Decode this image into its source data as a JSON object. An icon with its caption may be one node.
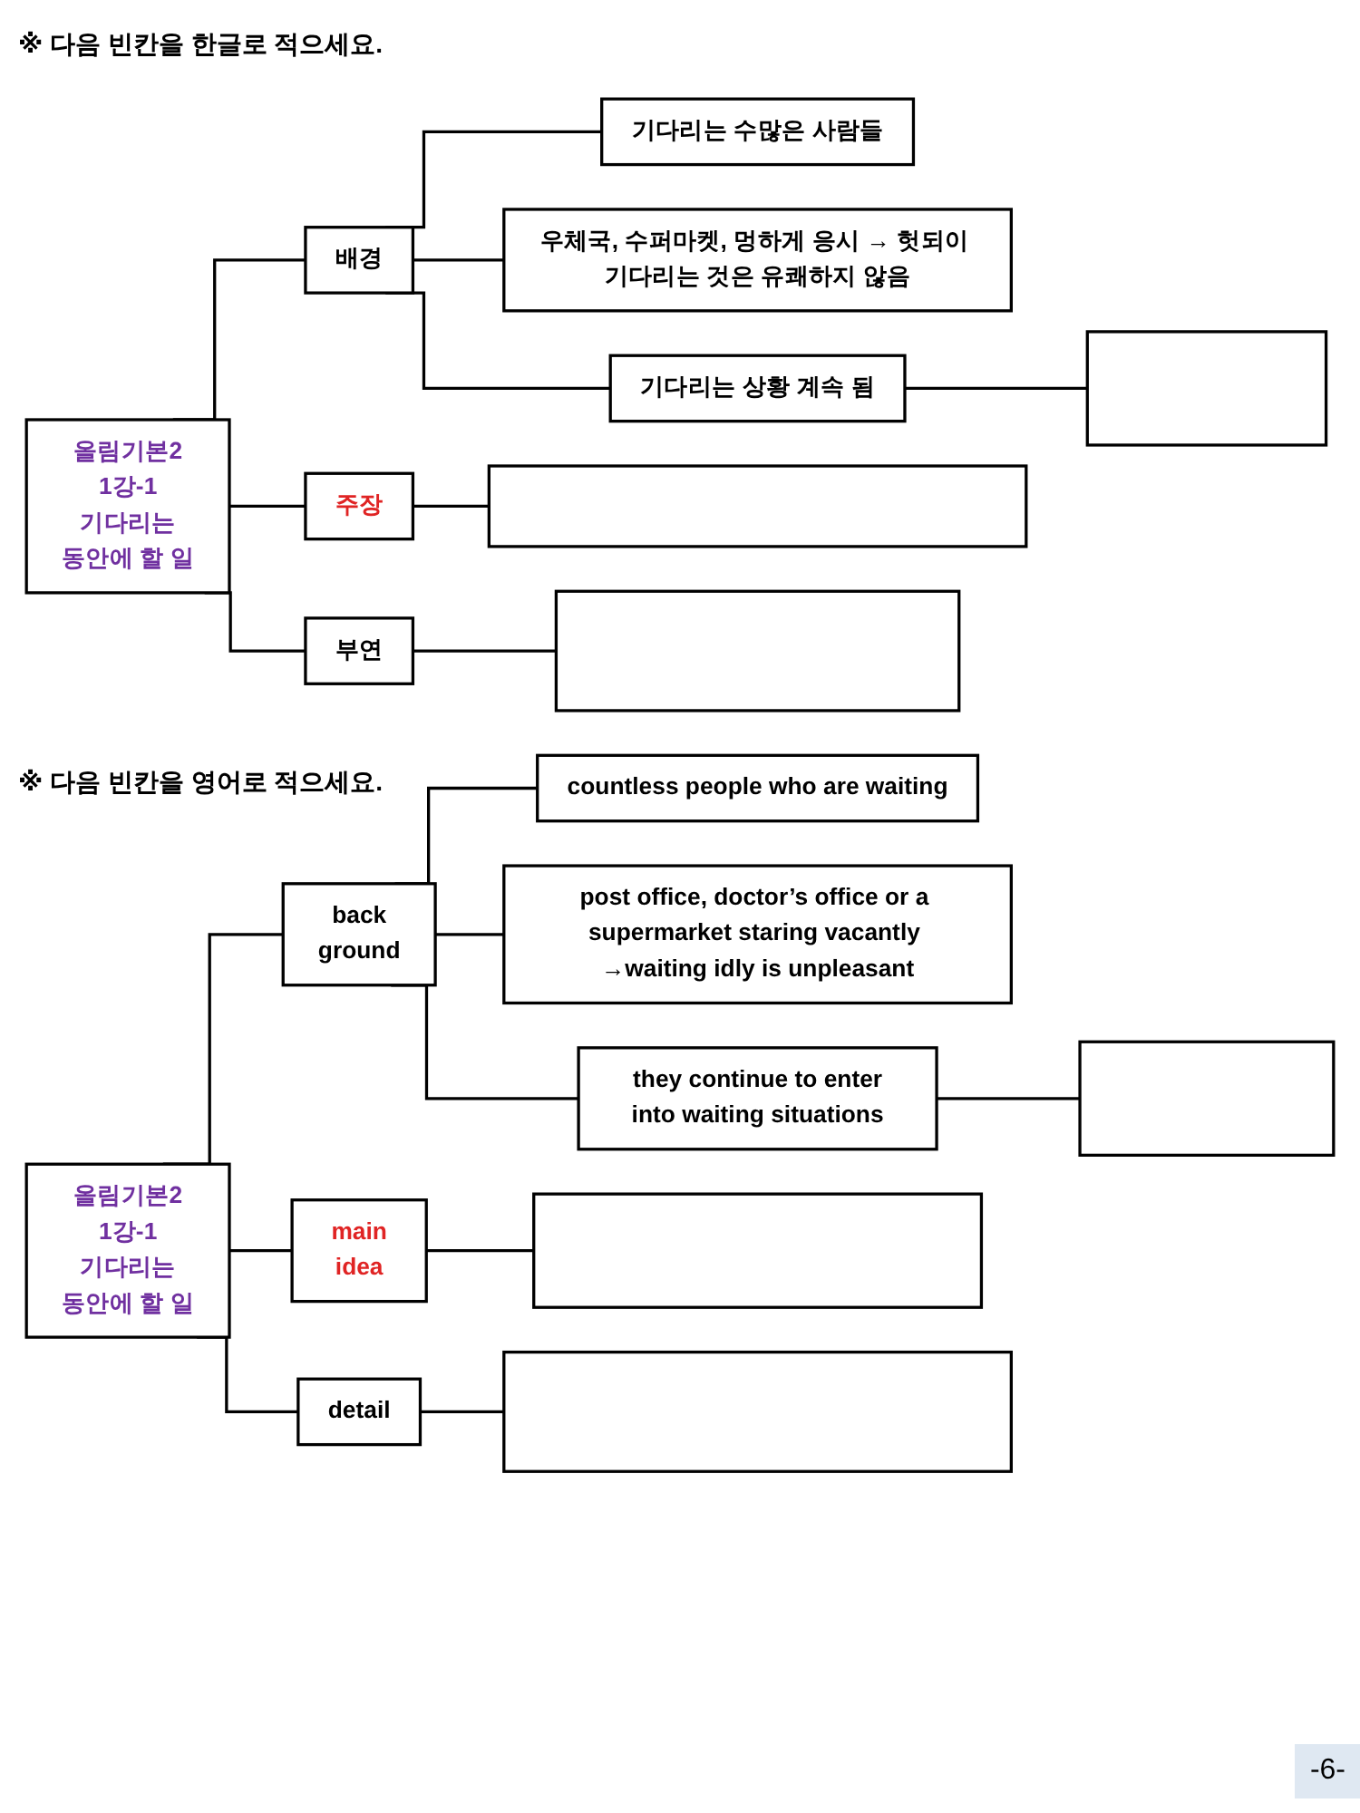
{
  "diagram": {
    "nodes": [
      {
        "text": [
          "올림기본2 1강-1 기다리는 동안에 할 일"
        ]
      },
      {
        "text": [
          "배경"
        ]
      },
      {
        "text": [
          "기다리는 수많은 사람들"
        ]
      },
      {
        "text": [
          "우체국, 수퍼마켓, 멍하게 응시 → 헛되이 기다리는 것은 유쾌하지 않음"
        ]
      },
      {
        "text": [
          "기다리는 상황 계속 됨"
        ]
      },
      {
        "text": [],
        "shape": "box"
      },
      {
        "text": [
          "주장"
        ]
      },
      {
        "text": [],
        "shape": "box"
      },
      {
        "text": [
          "부연"
        ]
      },
      {
        "text": [],
        "shape": "box"
      },
      {
        "text": [
          "올림기본2 1강-1 기다리는 동안에 할 일"
        ]
      },
      {
        "text": [
          "back ground"
        ]
      },
      {
        "text": [
          "countless people who are waiting"
        ]
      },
      {
        "text": [
          "post office, doctor’s office or a supermarket staring vacantly →waiting idly is unpleasant"
        ]
      },
      {
        "text": [
          "they continue to enter into waiting situations"
        ]
      },
      {
        "text": [],
        "shape": "box"
      },
      {
        "text": [
          "main idea"
        ]
      },
      {
        "text": [],
        "shape": "box"
      },
      {
        "text": [
          "detail"
        ]
      },
      {
        "text": [],
        "shape": "box"
      }
    ],
    "edges": [
      {
        "from": 0,
        "to": 1,
        "arrow": "none"
      },
      {
        "from": 0,
        "to": 6,
        "arrow": "none"
      },
      {
        "from": 0,
        "to": 8,
        "arrow": "none"
      },
      {
        "from": 1,
        "to": 2,
        "arrow": "none"
      },
      {
        "from": 1,
        "to": 3,
        "arrow": "none"
      },
      {
        "from": 1,
        "to": 4,
        "arrow": "none"
      },
      {
        "from": 4,
        "to": 5,
        "arrow": "none"
      },
      {
        "from": 6,
        "to": 7,
        "arrow": "none"
      },
      {
        "from": 8,
        "to": 9,
        "arrow": "none"
      },
      {
        "from": 10,
        "to": 11,
        "arrow": "none"
      },
      {
        "from": 10,
        "to": 16,
        "arrow": "none"
      },
      {
        "from": 10,
        "to": 18,
        "arrow": "none"
      },
      {
        "from": 11,
        "to": 12,
        "arrow": "none"
      },
      {
        "from": 11,
        "to": 13,
        "arrow": "none"
      },
      {
        "from": 11,
        "to": 14,
        "arrow": "none"
      },
      {
        "from": 14,
        "to": 15,
        "arrow": "none"
      },
      {
        "from": 16,
        "to": 17,
        "arrow": "none"
      },
      {
        "from": 18,
        "to": 19,
        "arrow": "none"
      }
    ],
    "labels": [
      "※ 다음 빈칸을 한글로 적으세요.",
      "※ 다음 빈칸을 영어로 적으세요.",
      "-6-"
    ]
  }
}
